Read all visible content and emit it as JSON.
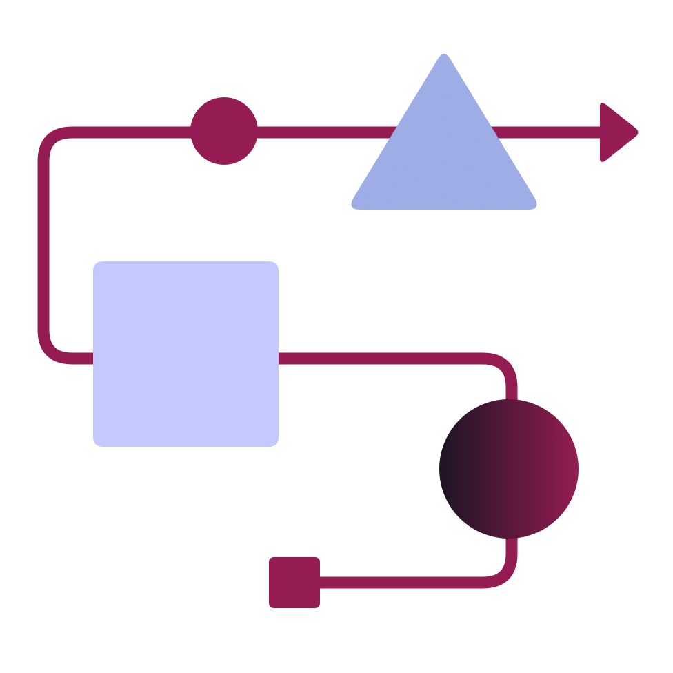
{
  "diagram": {
    "colors": {
      "background": "#ffffff",
      "path": "#941c52",
      "square_large": "#c3c9fc",
      "triangle": "#a4b4ef",
      "gradient_start": "#1c1424",
      "gradient_end": "#941c52"
    },
    "nodes": [
      {
        "id": "end-square",
        "shape": "square"
      },
      {
        "id": "gradient-circle",
        "shape": "circle"
      },
      {
        "id": "large-square",
        "shape": "rounded-square"
      },
      {
        "id": "small-circle",
        "shape": "circle"
      },
      {
        "id": "triangle",
        "shape": "triangle"
      },
      {
        "id": "arrowhead",
        "shape": "arrow"
      }
    ]
  }
}
